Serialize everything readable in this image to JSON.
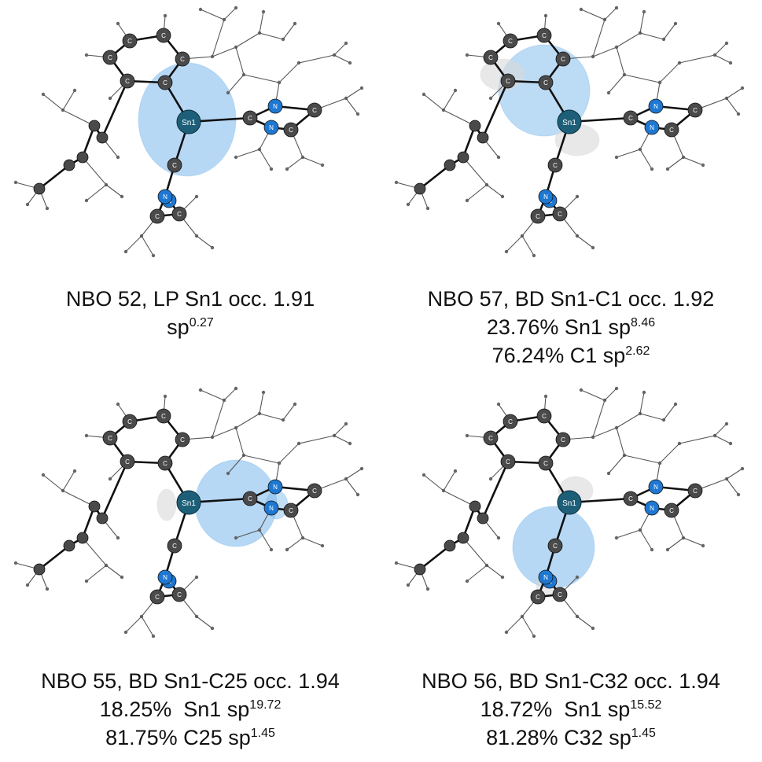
{
  "panels": [
    {
      "id": "nbo52",
      "lines": [
        {
          "main": "NBO 52, LP Sn1 occ. 1.91",
          "sup": ""
        },
        {
          "main": "sp",
          "sup": "0.27"
        }
      ]
    },
    {
      "id": "nbo57",
      "lines": [
        {
          "main": "NBO 57, BD Sn1-C1 occ. 1.92",
          "sup": ""
        },
        {
          "main": "23.76% Sn1 sp",
          "sup": "8.46"
        },
        {
          "main": "76.24% C1 sp",
          "sup": "2.62"
        }
      ]
    },
    {
      "id": "nbo55",
      "lines": [
        {
          "main": "NBO 55, BD Sn1-C25 occ. 1.94",
          "sup": ""
        },
        {
          "main": "18.25%  Sn1 sp",
          "sup": "19.72"
        },
        {
          "main": "81.75% C25 sp",
          "sup": "1.45"
        }
      ]
    },
    {
      "id": "nbo56",
      "lines": [
        {
          "main": "NBO 56, BD Sn1-C32 occ. 1.94",
          "sup": ""
        },
        {
          "main": "18.72%  Sn1 sp",
          "sup": "15.52"
        },
        {
          "main": "81.28% C32 sp",
          "sup": "1.45"
        }
      ]
    }
  ],
  "atom_labels": {
    "tin": "Sn1",
    "carbon": "C",
    "nitrogen": "N"
  },
  "colors": {
    "orbital_blue": "#7ab8ec",
    "orbital_grey": "#d8d8d8",
    "tin_atom": "#1d5f78",
    "carbon_atom": "#4a4a4a",
    "nitrogen_atom": "#1e78d2",
    "bond": "#111111"
  }
}
